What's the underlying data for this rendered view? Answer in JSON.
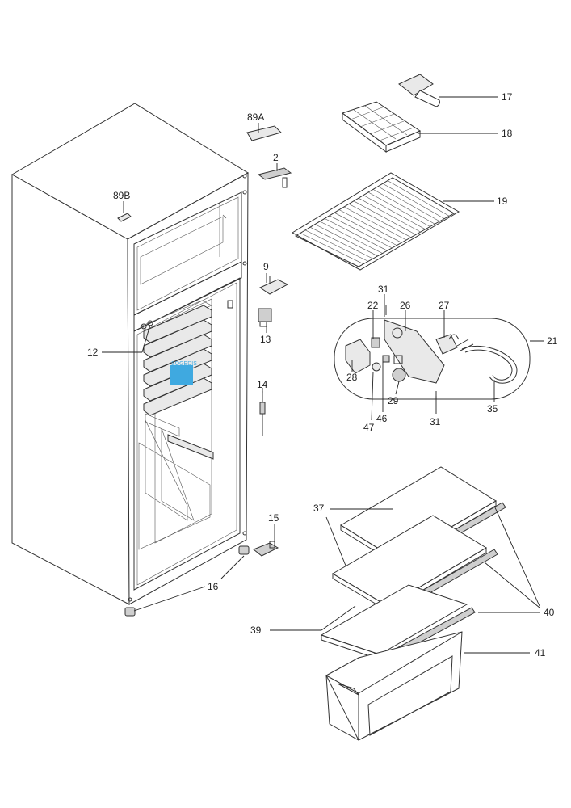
{
  "diagram": {
    "callouts": [
      {
        "id": "17",
        "text": "17"
      },
      {
        "id": "18",
        "text": "18"
      },
      {
        "id": "89A",
        "text": "89A"
      },
      {
        "id": "2",
        "text": "2"
      },
      {
        "id": "19",
        "text": "19"
      },
      {
        "id": "89B",
        "text": "89B"
      },
      {
        "id": "9",
        "text": "9"
      },
      {
        "id": "31a",
        "text": "31"
      },
      {
        "id": "22",
        "text": "22"
      },
      {
        "id": "26",
        "text": "26"
      },
      {
        "id": "27",
        "text": "27"
      },
      {
        "id": "21",
        "text": "21"
      },
      {
        "id": "13",
        "text": "13"
      },
      {
        "id": "12",
        "text": "12"
      },
      {
        "id": "28",
        "text": "28"
      },
      {
        "id": "29",
        "text": "29"
      },
      {
        "id": "35",
        "text": "35"
      },
      {
        "id": "14",
        "text": "14"
      },
      {
        "id": "46",
        "text": "46"
      },
      {
        "id": "31b",
        "text": "31"
      },
      {
        "id": "47",
        "text": "47"
      },
      {
        "id": "15",
        "text": "15"
      },
      {
        "id": "37",
        "text": "37"
      },
      {
        "id": "16",
        "text": "16"
      },
      {
        "id": "40",
        "text": "40"
      },
      {
        "id": "39",
        "text": "39"
      },
      {
        "id": "41",
        "text": "41"
      }
    ],
    "watermark": "SOGEDIS"
  }
}
